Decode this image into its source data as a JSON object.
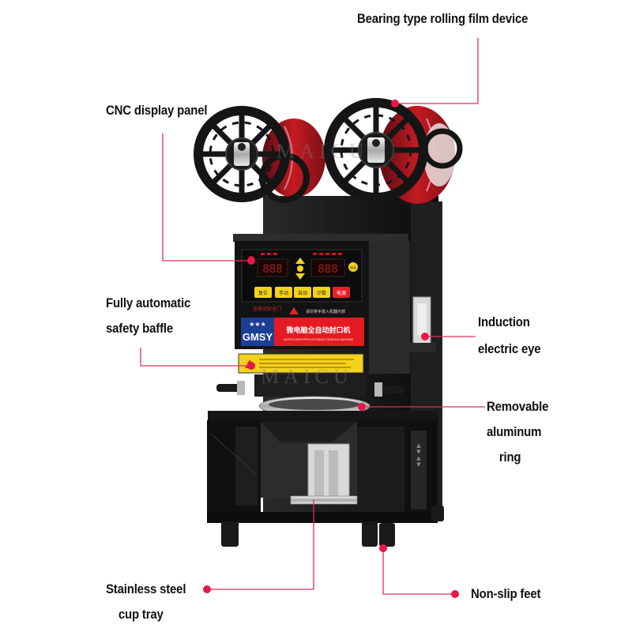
{
  "callouts": {
    "bearing": {
      "lines": [
        "Bearing type rolling film device"
      ]
    },
    "cnc": {
      "lines": [
        "CNC display panel"
      ]
    },
    "baffle": {
      "lines": [
        "Fully automatic",
        "safety baffle"
      ]
    },
    "eye": {
      "lines": [
        "Induction",
        "electric eye"
      ]
    },
    "ring": {
      "lines": [
        "Removable",
        "aluminum",
        "ring"
      ]
    },
    "tray": {
      "lines": [
        "Stainless steel",
        "cup tray"
      ]
    },
    "feet": {
      "lines": [
        "Non-slip feet"
      ]
    }
  },
  "machine": {
    "brand": "GMSY",
    "model_cn": "微电脑全自动封口机",
    "model_en": "MICROCOMPUTER AUTOMATIC SEALING MACHINE",
    "door_cn": "全自动安全门",
    "warning_cn": "请勿将手放入机器内部",
    "power_cn": "电源",
    "buttons": [
      "手动",
      "自动",
      "计数",
      "复位"
    ],
    "display_left": "888",
    "display_right": "888",
    "side_arrows": "▲▼▲▼"
  },
  "watermark": "MAICU",
  "colors": {
    "callout_line": "#e0305a",
    "dot": "#e8174a",
    "accent_red": "#d4101e",
    "panel_black": "#141414",
    "badge_blue": "#1c3f96",
    "baffle_yellow": "#f3d21c"
  }
}
